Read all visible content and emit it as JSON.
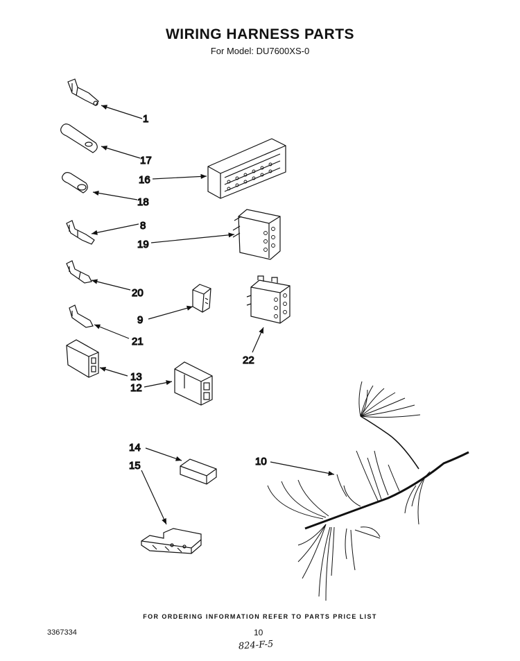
{
  "title": "WIRING HARNESS PARTS",
  "subtitle": "For Model: DU7600XS-0",
  "footer": "FOR ORDERING INFORMATION REFER TO PARTS PRICE LIST",
  "document_number": "3367334",
  "page_number": "10",
  "handwritten_note": "824-F-5",
  "callouts": {
    "c1": "1",
    "c17": "17",
    "c16": "16",
    "c18": "18",
    "c8": "8",
    "c19": "19",
    "c20": "20",
    "c9": "9",
    "c21": "21",
    "c22": "22",
    "c13": "13",
    "c12": "12",
    "c14": "14",
    "c15": "15",
    "c10": "10"
  }
}
